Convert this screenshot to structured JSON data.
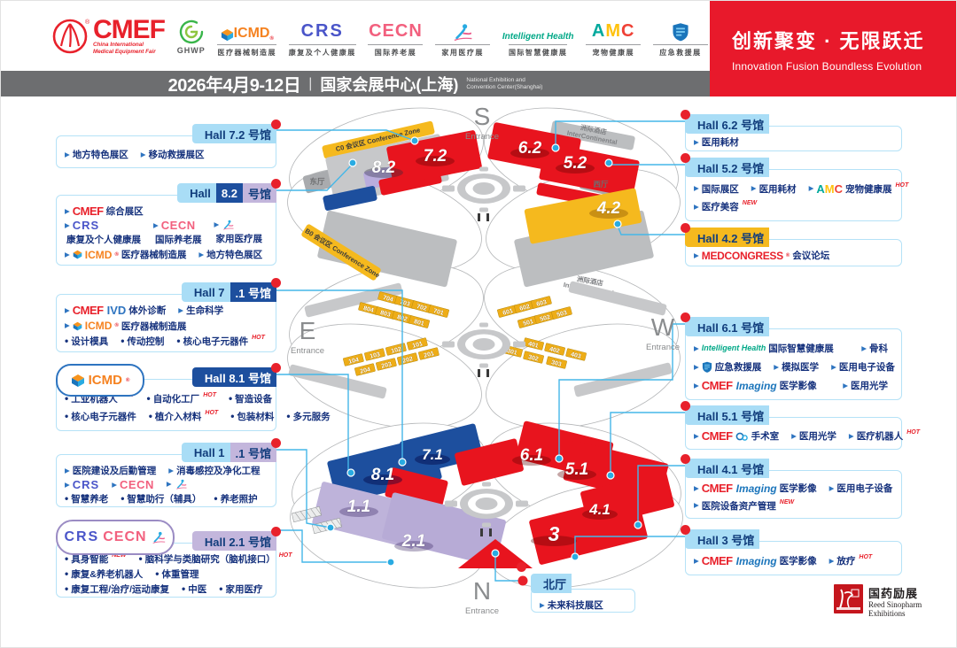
{
  "header": {
    "brand": {
      "name": "CMEF",
      "reg": "®",
      "sub1": "China International",
      "sub2": "Medical Equipment Fair",
      "ghwp": "GHWP"
    },
    "expos": [
      {
        "logo": "ICMD",
        "caption": "医疗器械制造展"
      },
      {
        "logo": "CRS",
        "caption": "康复及个人健康展"
      },
      {
        "logo": "CECN",
        "caption": "国际养老展"
      },
      {
        "logo": "FIG",
        "caption": "家用医疗展"
      },
      {
        "logo": "IH",
        "caption": "国际智慧健康展"
      },
      {
        "logo": "AMC",
        "caption": "宠物健康展"
      },
      {
        "logo": "SHIELD",
        "caption": "应急救援展"
      }
    ],
    "date": "2026年4月9-12日",
    "venue": "国家会展中心(上海)",
    "venue_en1": "National Exhibition and",
    "venue_en2": "Convention Center(Shanghai)",
    "slogan_cn": "创新聚变 · 无限跃迁",
    "slogan_en": "Innovation Fusion  Boundless Evolution"
  },
  "logos": {
    "CMEF": "CMEF",
    "IVD": "IVD",
    "CRS": "CRS",
    "CECN": "CECN",
    "ICMD": "ICMD",
    "IMG": "Imaging",
    "MED": "MEDCONGRESS",
    "IH": "Intelligent Health",
    "A": "A",
    "M": "M",
    "C": "C",
    "reg": "®"
  },
  "colors": {
    "red": "#e8141e",
    "blue": "#1d4f9e",
    "purple": "#b7abd6",
    "purple_light": "#beb3da",
    "yellow": "#f5b91e",
    "gold": "#eead17",
    "gray": "#c7c8ca",
    "gray_dark": "#a9abae",
    "cyan": "#45b7e8",
    "navy": "#16327d",
    "banner_red": "#e8192b"
  },
  "panels": [
    {
      "id": "h72",
      "side": "l",
      "title": [
        {
          "t": "Hall 7.2 号馆",
          "s": "sky"
        }
      ],
      "rows": [
        [
          {
            "m": "a",
            "t": "地方特色展区"
          },
          {
            "m": "a",
            "t": "移动救援展区"
          }
        ]
      ]
    },
    {
      "id": "h82",
      "side": "l",
      "title": [
        {
          "t": "Hall ",
          "s": "sky"
        },
        {
          "t": "8.2",
          "s": "blue"
        },
        {
          "t": " 号馆",
          "s": "purple"
        }
      ],
      "rows": [
        [
          {
            "m": "a",
            "lg": [
              "CMEF"
            ],
            "t": "综合展区"
          }
        ],
        [
          {
            "m": "a",
            "lg": [
              "CRS"
            ],
            "sub": "康复及个人健康展"
          },
          {
            "m": "a",
            "lg": [
              "CECN"
            ],
            "sub": "国际养老展"
          },
          {
            "m": "a",
            "lg": [
              "FIG"
            ],
            "sub": "家用医疗展"
          }
        ],
        [
          {
            "m": "a",
            "lg": [
              "ICMD"
            ],
            "t": "医疗器械制造展"
          },
          {
            "m": "a",
            "t": "地方特色展区"
          }
        ]
      ]
    },
    {
      "id": "h71",
      "side": "l",
      "title": [
        {
          "t": "Hall 7",
          "s": "sky"
        },
        {
          "t": ".1 号馆",
          "s": "blue"
        }
      ],
      "rows": [
        [
          {
            "m": "a",
            "lg": [
              "CMEF",
              "IVD"
            ],
            "t": "体外诊断"
          },
          {
            "m": "a",
            "t": "生命科学"
          }
        ],
        [
          {
            "m": "a",
            "lg": [
              "ICMD"
            ],
            "t": "医疗器械制造展"
          }
        ],
        [
          {
            "m": "d",
            "t": "设计模具"
          },
          {
            "m": "d",
            "t": "传动控制"
          },
          {
            "m": "d",
            "t": "核心电子元器件",
            "tag": "HOT"
          }
        ]
      ]
    },
    {
      "id": "h81",
      "side": "l",
      "title": [
        {
          "t": "Hall 8.1 号馆",
          "s": "blue"
        }
      ],
      "badge": "ICMD",
      "rows": [
        [
          {
            "m": "d",
            "t": "工业机器人",
            "tag": "HOT"
          },
          {
            "m": "d",
            "t": "自动化工厂",
            "tag": "HOT"
          },
          {
            "m": "d",
            "t": "智造设备"
          }
        ],
        [
          {
            "m": "d",
            "t": "核心电子元器件"
          },
          {
            "m": "d",
            "t": "植介入材料",
            "tag": "HOT"
          },
          {
            "m": "d",
            "t": "包装材料"
          },
          {
            "m": "d",
            "t": "多元服务"
          }
        ]
      ]
    },
    {
      "id": "h11",
      "side": "l",
      "title": [
        {
          "t": "Hall 1",
          "s": "sky"
        },
        {
          "t": ".1 号馆",
          "s": "purple"
        }
      ],
      "rows": [
        [
          {
            "m": "a",
            "t": "医院建设及后勤管理"
          },
          {
            "m": "a",
            "t": "消毒感控及净化工程"
          }
        ],
        [
          {
            "m": "a",
            "lg": [
              "CRS"
            ]
          },
          {
            "m": "a",
            "lg": [
              "CECN"
            ]
          },
          {
            "m": "a",
            "lg": [
              "FIG"
            ]
          }
        ],
        [
          {
            "m": "d",
            "t": "智慧养老"
          },
          {
            "m": "d",
            "t": "智慧助行（辅具）"
          },
          {
            "m": "d",
            "t": "养老照护"
          }
        ]
      ]
    },
    {
      "id": "h21",
      "side": "l",
      "title": [
        {
          "t": "Hall 2.1 号馆",
          "s": "purple"
        }
      ],
      "badge": "CRSCECN",
      "rows": [
        [
          {
            "m": "d",
            "t": "具身智能",
            "tag": "NEW"
          },
          {
            "m": "d",
            "t": "脑科学与类脑研究（脑机接口）",
            "tag": "HOT"
          }
        ],
        [
          {
            "m": "d",
            "t": "康复&养老机器人"
          },
          {
            "m": "d",
            "t": "体重管理"
          }
        ],
        [
          {
            "m": "d",
            "t": "康复工程/治疗/运动康复"
          },
          {
            "m": "d",
            "t": "中医"
          },
          {
            "m": "d",
            "t": "家用医疗"
          }
        ]
      ]
    },
    {
      "id": "h62",
      "side": "r",
      "title": [
        {
          "t": "Hall 6.2 号馆",
          "s": "sky"
        }
      ],
      "rows": [
        [
          {
            "m": "a",
            "t": "医用耗材"
          }
        ]
      ]
    },
    {
      "id": "h52",
      "side": "r",
      "title": [
        {
          "t": "Hall 5.2 号馆",
          "s": "sky"
        }
      ],
      "rows": [
        [
          {
            "m": "a",
            "t": "国际展区"
          },
          {
            "m": "a",
            "t": "医用耗材"
          },
          {
            "m": "a",
            "lg": [
              "AMC"
            ],
            "t": "宠物健康展",
            "tag": "HOT"
          }
        ],
        [
          {
            "m": "a",
            "t": "医疗美容",
            "tag": "NEW"
          }
        ]
      ]
    },
    {
      "id": "h42",
      "side": "r",
      "title": [
        {
          "t": "Hall 4.2 号馆",
          "s": "yellow"
        }
      ],
      "rows": [
        [
          {
            "m": "a",
            "lg": [
              "MED"
            ],
            "t": "会议论坛"
          }
        ]
      ]
    },
    {
      "id": "h61",
      "side": "r",
      "title": [
        {
          "t": "Hall 6.1 号馆",
          "s": "sky"
        }
      ],
      "rows": [
        [
          {
            "m": "a",
            "lg": [
              "IH"
            ],
            "t": "国际智慧健康展"
          },
          {
            "m": "a",
            "t": "骨科"
          }
        ],
        [
          {
            "m": "a",
            "lg": [
              "SHIELD"
            ],
            "t": "应急救援展"
          },
          {
            "m": "a",
            "t": "模拟医学"
          },
          {
            "m": "a",
            "t": "医用电子设备"
          }
        ],
        [
          {
            "m": "a",
            "lg": [
              "IMG"
            ],
            "t": "医学影像"
          },
          {
            "m": "a",
            "t": "医用光学"
          }
        ]
      ],
      "spread": [
        0,
        2
      ]
    },
    {
      "id": "h51",
      "side": "r",
      "title": [
        {
          "t": "Hall 5.1 号馆",
          "s": "sky"
        }
      ],
      "rows": [
        [
          {
            "m": "a",
            "lg": [
              "CMEF",
              "OR"
            ],
            "t": "手术室"
          },
          {
            "m": "a",
            "t": "医用光学"
          },
          {
            "m": "a",
            "t": "医疗机器人",
            "tag": "HOT"
          }
        ]
      ]
    },
    {
      "id": "h41",
      "side": "r",
      "title": [
        {
          "t": "Hall 4.1 号馆",
          "s": "sky"
        }
      ],
      "rows": [
        [
          {
            "m": "a",
            "lg": [
              "IMG"
            ],
            "t": "医学影像"
          },
          {
            "m": "a",
            "t": "医用电子设备"
          }
        ],
        [
          {
            "m": "a",
            "t": "医院设备资产管理",
            "tag": "NEW"
          }
        ]
      ],
      "spread": [
        0
      ]
    },
    {
      "id": "h3",
      "side": "r",
      "title": [
        {
          "t": "Hall 3 号馆",
          "s": "sky"
        }
      ],
      "rows": [
        [
          {
            "m": "a",
            "lg": [
              "IMG"
            ],
            "t": "医学影像"
          },
          {
            "m": "a",
            "t": "放疗",
            "tag": "HOT"
          }
        ]
      ]
    },
    {
      "id": "north",
      "side": "r",
      "title": [
        {
          "t": "北厅",
          "s": "sky"
        }
      ],
      "rows": [
        [
          {
            "m": "a",
            "t": "未来科技展区"
          }
        ]
      ]
    }
  ],
  "map": {
    "entrances": [
      {
        "letter": "S",
        "caption": "Entrance"
      },
      {
        "letter": "E",
        "caption": "Entrance"
      },
      {
        "letter": "W",
        "caption": "Entrance"
      },
      {
        "letter": "N",
        "caption": "Entrance"
      }
    ],
    "labels": {
      "c0": "C0 会议区 Conference Zone",
      "b0": "B0 会议区 Conference Zone",
      "east_hall": "东厅",
      "west_hall": "西厅",
      "hotel_cn": "洲际酒店",
      "hotel_en": "InterContinental"
    },
    "upper": [
      {
        "num": "8.2"
      },
      {
        "num": "7.2"
      },
      {
        "num": "6.2"
      },
      {
        "num": "5.2"
      },
      {
        "num": "4.2"
      }
    ],
    "lower": [
      {
        "num": "8.1"
      },
      {
        "num": "7.1"
      },
      {
        "num": "6.1"
      },
      {
        "num": "5.1"
      },
      {
        "num": "1.1"
      },
      {
        "num": "2.1"
      },
      {
        "num": "3"
      },
      {
        "num": "4.1"
      }
    ],
    "meeting_blocks": {
      "nw_back": [
        "704",
        "703",
        "702",
        "701"
      ],
      "nw_front": [
        "804",
        "803",
        "802",
        "801"
      ],
      "ne_back": [
        "601",
        "602",
        "603"
      ],
      "ne_front": [
        "501",
        "502",
        "503"
      ],
      "sw_back": [
        "104",
        "103",
        "102",
        "101"
      ],
      "sw_front": [
        "204",
        "203",
        "202",
        "201"
      ],
      "se_back": [
        "401",
        "402",
        "403"
      ],
      "se_front": [
        "302",
        "303"
      ],
      "se_solo": "301"
    }
  },
  "footer": {
    "cn": "国药励展",
    "en1": "Reed Sinopharm",
    "en2": "Exhibitions"
  }
}
